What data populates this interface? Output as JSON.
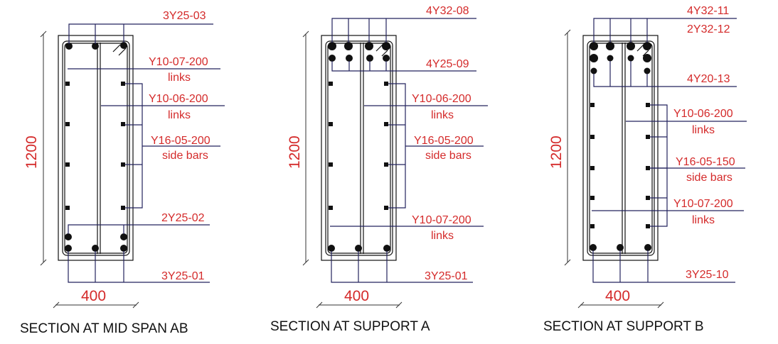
{
  "colors": {
    "label": "#d42a2a",
    "leader": "#23235e",
    "outline": "#111111",
    "background": "#ffffff"
  },
  "sections": [
    {
      "id": "mid-span-ab",
      "title": "SECTION AT MID SPAN AB",
      "height_dim": "1200",
      "width_dim": "400",
      "labels": [
        {
          "text": "3Y25-03",
          "sub": ""
        },
        {
          "text": "Y10-07-200",
          "sub": "links"
        },
        {
          "text": "Y10-06-200",
          "sub": "links"
        },
        {
          "text": "Y16-05-200",
          "sub": "side bars"
        },
        {
          "text": "2Y25-02",
          "sub": ""
        },
        {
          "text": "3Y25-01",
          "sub": ""
        }
      ]
    },
    {
      "id": "support-a",
      "title": "SECTION AT SUPPORT A",
      "height_dim": "1200",
      "width_dim": "400",
      "labels": [
        {
          "text": "4Y32-08",
          "sub": ""
        },
        {
          "text": "4Y25-09",
          "sub": ""
        },
        {
          "text": "Y10-06-200",
          "sub": "links"
        },
        {
          "text": "Y16-05-200",
          "sub": "side bars"
        },
        {
          "text": "Y10-07-200",
          "sub": "links"
        },
        {
          "text": "3Y25-01",
          "sub": ""
        }
      ]
    },
    {
      "id": "support-b",
      "title": "SECTION AT SUPPORT B",
      "height_dim": "1200",
      "width_dim": "400",
      "labels": [
        {
          "text": "4Y32-11",
          "sub": ""
        },
        {
          "text": "2Y32-12",
          "sub": ""
        },
        {
          "text": "4Y20-13",
          "sub": ""
        },
        {
          "text": "Y10-06-200",
          "sub": "links"
        },
        {
          "text": "Y16-05-150",
          "sub": "side bars"
        },
        {
          "text": "Y10-07-200",
          "sub": "links"
        },
        {
          "text": "3Y25-10",
          "sub": ""
        }
      ]
    }
  ]
}
